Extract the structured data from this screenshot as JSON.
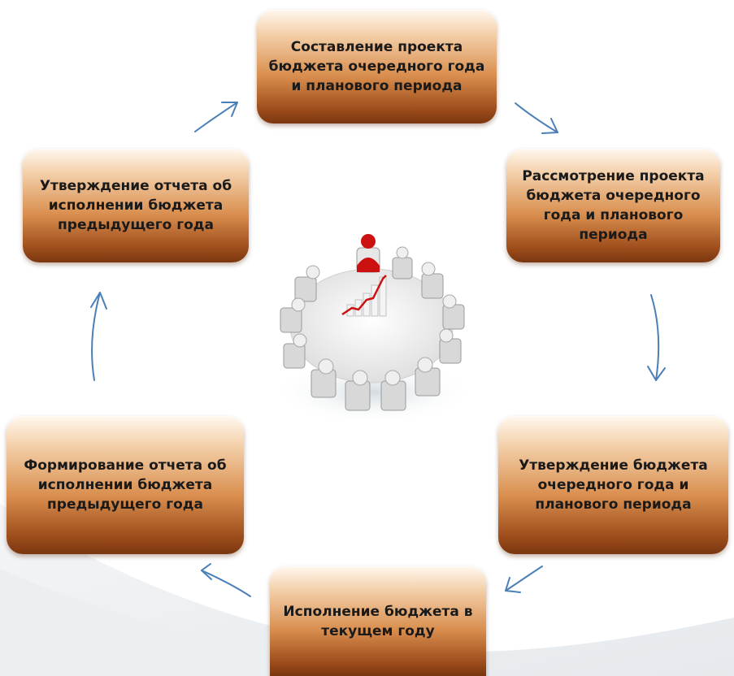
{
  "steps": {
    "s1": "Составление проекта бюджета очередного года и планового периода",
    "s2": "Рассмотрение проекта бюджета очередного года и планового периода",
    "s3": "Утверждение бюджета очередного года и планового периода",
    "s4": "Исполнение бюджета в текущем году",
    "s5": "Формирование отчета об исполнении бюджета предыдущего года",
    "s6": "Утверждение отчета об исполнении бюджета предыдущего года"
  },
  "colors": {
    "box_dark": "#7a3610",
    "box_mid": "#d98e4e",
    "box_light": "#fff8ef",
    "arrow": "#4a7fb8",
    "highlight_figure": "#cc1111"
  },
  "icons": {
    "center": "meeting-round-table-illustration"
  }
}
